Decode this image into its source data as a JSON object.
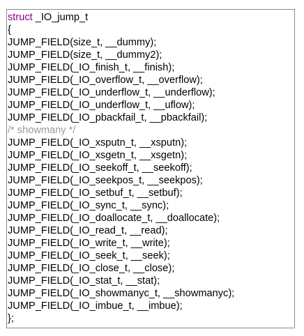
{
  "code": {
    "keyword": "struct",
    "struct_name": " _IO_jump_t",
    "open_brace": "{",
    "lines": [
      "JUMP_FIELD(size_t, __dummy);",
      "JUMP_FIELD(size_t, __dummy2);",
      "JUMP_FIELD(_IO_finish_t, __finish);",
      "JUMP_FIELD(_IO_overflow_t, __overflow);",
      "JUMP_FIELD(_IO_underflow_t, __underflow);",
      "JUMP_FIELD(_IO_underflow_t, __uflow);",
      "JUMP_FIELD(_IO_pbackfail_t, __pbackfail);"
    ],
    "comment": "/* showmany */",
    "lines2": [
      "JUMP_FIELD(_IO_xsputn_t, __xsputn);",
      "JUMP_FIELD(_IO_xsgetn_t, __xsgetn);",
      "JUMP_FIELD(_IO_seekoff_t, __seekoff);",
      "JUMP_FIELD(_IO_seekpos_t, __seekpos);",
      "JUMP_FIELD(_IO_setbuf_t, __setbuf);",
      "JUMP_FIELD(_IO_sync_t, __sync);",
      "JUMP_FIELD(_IO_doallocate_t, __doallocate);",
      "JUMP_FIELD(_IO_read_t, __read);",
      "JUMP_FIELD(_IO_write_t, __write);",
      "JUMP_FIELD(_IO_seek_t, __seek);",
      "JUMP_FIELD(_IO_close_t, __close);",
      "JUMP_FIELD(_IO_stat_t, __stat);",
      "JUMP_FIELD(_IO_showmanyc_t, __showmanyc);",
      "JUMP_FIELD(_IO_imbue_t, __imbue);"
    ],
    "close_brace": "};"
  }
}
